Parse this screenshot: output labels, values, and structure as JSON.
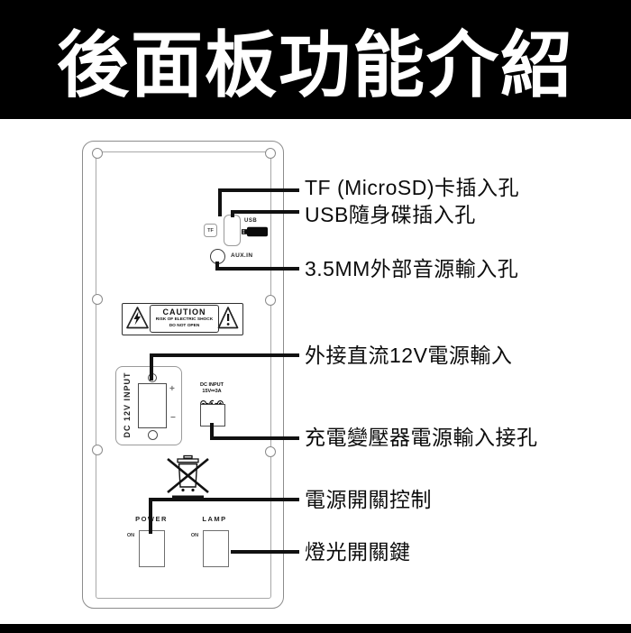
{
  "header": {
    "title": "後面板功能介紹"
  },
  "panel": {
    "tf_slot_label": "TF",
    "usb_label": "USB",
    "aux_label": "AUX.IN",
    "caution": {
      "title": "CAUTION",
      "line1": "RISK OF ELECTRIC SHOCK",
      "line2": "DO NOT OPEN"
    },
    "dc12v_input_label": "DC 12V INPUT",
    "polarity_plus": "+",
    "polarity_minus": "−",
    "dc_input": {
      "line1": "DC INPUT",
      "line2": "15V⎓3A"
    },
    "power_label": "POWER",
    "power_on_label": "ON",
    "lamp_label": "LAMP",
    "lamp_on_label": "ON"
  },
  "callouts": [
    {
      "label": "TF (MicroSD)卡插入孔"
    },
    {
      "label": "USB隨身碟插入孔"
    },
    {
      "label": "3.5MM外部音源輸入孔"
    },
    {
      "label": "外接直流12V電源輸入"
    },
    {
      "label": "充電變壓器電源輸入接孔"
    },
    {
      "label": "電源開關控制"
    },
    {
      "label": "燈光開關鍵"
    }
  ],
  "colors": {
    "header_bg": "#000000",
    "footer_bg": "#000000",
    "callout_line": "#111111",
    "panel_outline": "#8c8c8c",
    "background": "#ffffff"
  }
}
